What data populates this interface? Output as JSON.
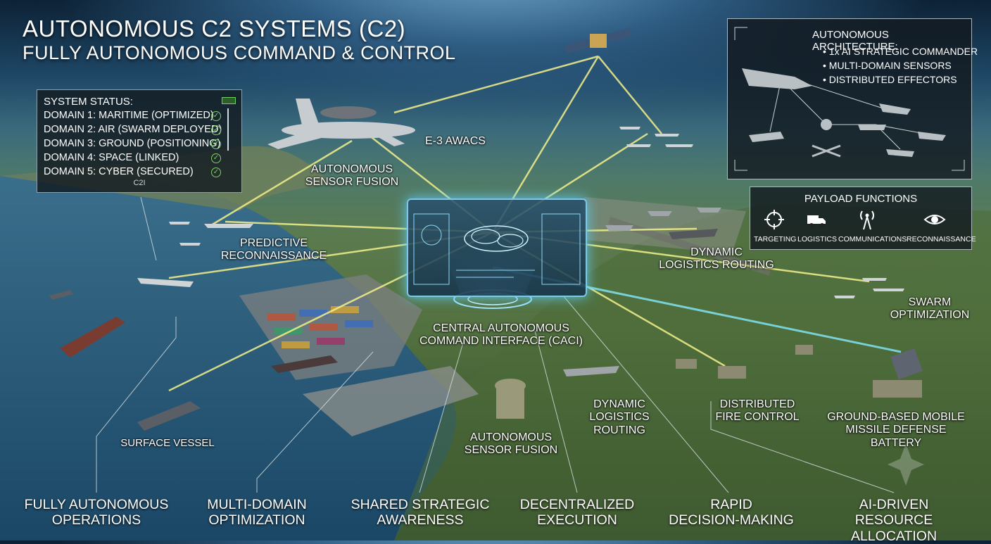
{
  "title": "AUTONOMOUS C2 SYSTEMS (C2)",
  "subtitle": "FULLY AUTONOMOUS COMMAND & CONTROL",
  "status_panel": {
    "heading": "SYSTEM STATUS:",
    "rows": [
      "DOMAIN 1: MARITIME (OPTIMIZED)",
      "DOMAIN 2: AIR (SWARM DEPLOYED)",
      "DOMAIN 3: GROUND (POSITIONING)",
      "DOMAIN 4: SPACE (LINKED)",
      "DOMAIN 5: CYBER (SECURED)"
    ],
    "footer": "C2I",
    "status_color": "#7fd06a"
  },
  "architecture_panel": {
    "heading": "AUTONOMOUS ARCHITECTURE:",
    "items": [
      "1x AI STRATEGIC COMMANDER",
      "MULTI-DOMAIN SENSORS",
      "DISTRIBUTED EFFECTORS"
    ]
  },
  "payload_panel": {
    "heading": "PAYLOAD FUNCTIONS",
    "functions": [
      "TARGETING",
      "LOGISTICS",
      "COMMUNICATIONS",
      "RECONNAISSANCE"
    ]
  },
  "labels": {
    "awacs": "E-3 AWACS",
    "sensor_fusion_top_1": "AUTONOMOUS",
    "sensor_fusion_top_2": "SENSOR FUSION",
    "predictive_1": "PREDICTIVE",
    "predictive_2": "RECONNAISSANCE",
    "dlr_top_1": "DYNAMIC",
    "dlr_top_2": "LOGISTICS ROUTING",
    "swarm_1": "SWARM",
    "swarm_2": "OPTIMIZATION",
    "caci_1": "CENTRAL AUTONOMOUS",
    "caci_2": "COMMAND INTERFACE (CACI)",
    "dlr_mid_1": "DYNAMIC",
    "dlr_mid_2": "LOGISTICS",
    "dlr_mid_3": "ROUTING",
    "fire_1": "DISTRIBUTED",
    "fire_2": "FIRE CONTROL",
    "missile_1": "GROUND-BASED MOBILE",
    "missile_2": "MISSILE DEFENSE BATTERY",
    "sensor_fusion_bot_1": "AUTONOMOUS",
    "sensor_fusion_bot_2": "SENSOR FUSION",
    "surface": "SURFACE VESSEL"
  },
  "captions": [
    {
      "l1": "FULLY AUTONOMOUS",
      "l2": "OPERATIONS"
    },
    {
      "l1": "MULTI-DOMAIN",
      "l2": "OPTIMIZATION"
    },
    {
      "l1": "SHARED STRATEGIC",
      "l2": "AWARENESS"
    },
    {
      "l1": "DECENTRALIZED",
      "l2": "EXECUTION"
    },
    {
      "l1": "RAPID",
      "l2": "DECISION-MAKING"
    },
    {
      "l1": "AI-DRIVEN",
      "l2": "RESOURCE ALLOCATION"
    }
  ],
  "colors": {
    "link_yellow": "#f3f08a",
    "link_cyan": "#7fe3f0",
    "hud_glow": "#5cc8f0"
  }
}
